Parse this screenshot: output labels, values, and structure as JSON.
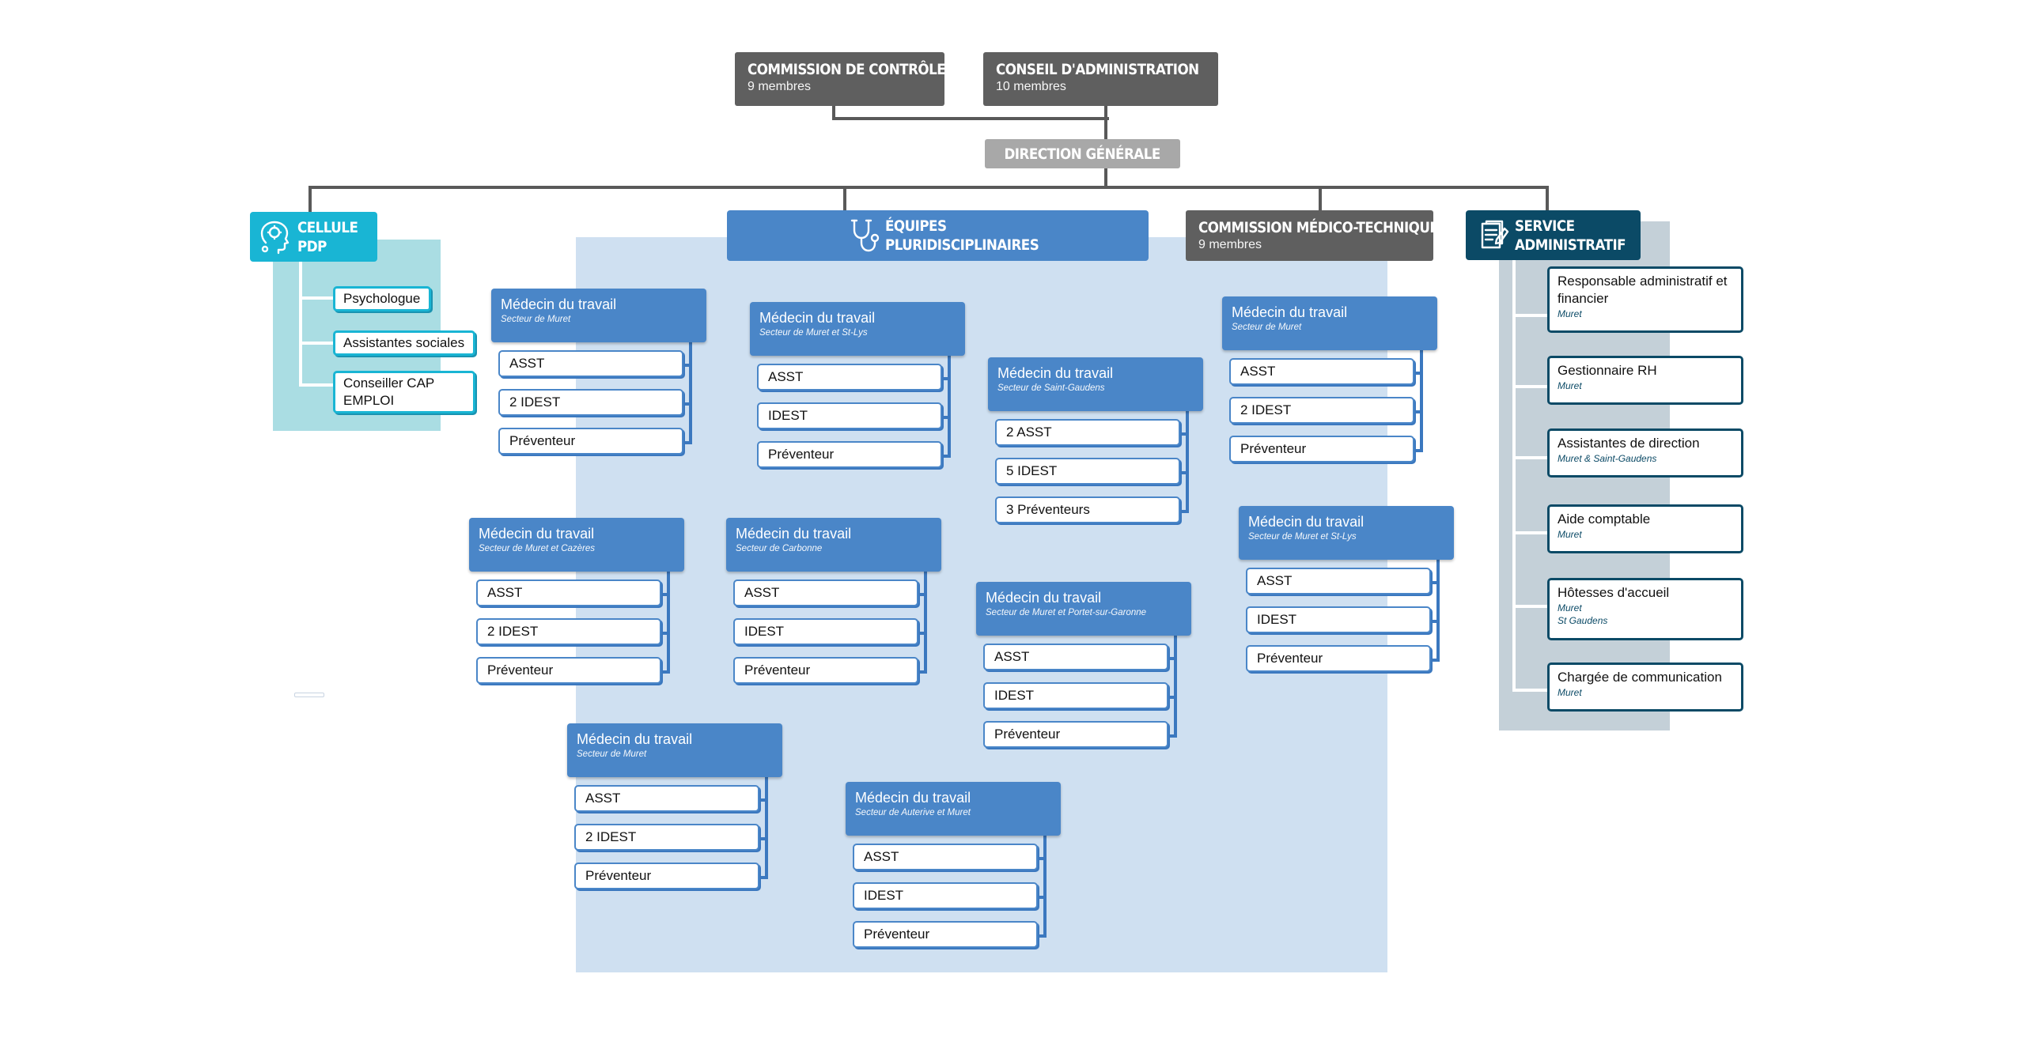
{
  "top": {
    "commission_controle": {
      "title": "COMMISSION DE CONTRÔLE",
      "sub": "9 membres"
    },
    "conseil_admin": {
      "title": "CONSEIL D'ADMINISTRATION",
      "sub": "10 membres"
    },
    "direction": {
      "title": "DIRECTION GÉNÉRALE"
    }
  },
  "cellule_pdp": {
    "title_1": "CELLULE",
    "title_2": "PDP",
    "items": [
      "Psychologue",
      "Assistantes sociales",
      "Conseiller CAP EMPLOI"
    ]
  },
  "equipes": {
    "title_1": "ÉQUIPES",
    "title_2": "PLURIDISCIPLINAIRES",
    "doc_title": "Médecin du travail",
    "teams": [
      {
        "sector": "Secteur de Muret",
        "roles": [
          "ASST",
          "2 IDEST",
          "Préventeur"
        ]
      },
      {
        "sector": "Secteur de Muret et St-Lys",
        "roles": [
          "ASST",
          "IDEST",
          "Préventeur"
        ]
      },
      {
        "sector": "Secteur de Saint-Gaudens",
        "roles": [
          "2 ASST",
          "5 IDEST",
          "3 Préventeurs"
        ]
      },
      {
        "sector": "Secteur de Muret",
        "roles": [
          "ASST",
          "2 IDEST",
          "Préventeur"
        ]
      },
      {
        "sector": "Secteur de Muret et Cazères",
        "roles": [
          "ASST",
          "2 IDEST",
          "Préventeur"
        ]
      },
      {
        "sector": "Secteur de Carbonne",
        "roles": [
          "ASST",
          "IDEST",
          "Préventeur"
        ]
      },
      {
        "sector": "Secteur de Muret  et Portet-sur-Garonne",
        "roles": [
          "ASST",
          "IDEST",
          "Préventeur"
        ]
      },
      {
        "sector": "Secteur de Muret et St-Lys",
        "roles": [
          "ASST",
          "IDEST",
          "Préventeur"
        ]
      },
      {
        "sector": "Secteur de Muret",
        "roles": [
          "ASST",
          "2 IDEST",
          "Préventeur"
        ]
      },
      {
        "sector": "Secteur de Auterive et Muret",
        "roles": [
          "ASST",
          "IDEST",
          "Préventeur"
        ]
      }
    ]
  },
  "commission_medico": {
    "title": "COMMISSION MÉDICO-TECHNIQUE",
    "sub": "9 membres"
  },
  "service_admin": {
    "title_1": "SERVICE",
    "title_2": "ADMINISTRATIF",
    "items": [
      {
        "title": "Responsable administratif et financier",
        "loc": "Muret"
      },
      {
        "title": "Gestionnaire RH",
        "loc": "Muret"
      },
      {
        "title": "Assistantes de direction",
        "loc": "Muret & Saint-Gaudens"
      },
      {
        "title": "Aide comptable",
        "loc": "Muret"
      },
      {
        "title": "Hôtesses d'accueil",
        "loc": "Muret",
        "loc2": "St Gaudens"
      },
      {
        "title": "Chargée de communication",
        "loc": "Muret"
      }
    ]
  },
  "colors": {
    "gray": "#5f5f5f",
    "direction": "#a8a8a8",
    "teal": "#19b5d4",
    "teal_panel": "#aadde3",
    "blue": "#4a86c8",
    "blue_panel": "#cfe0f1",
    "navy": "#0b4a66",
    "gray_panel": "#c4d0d8"
  }
}
